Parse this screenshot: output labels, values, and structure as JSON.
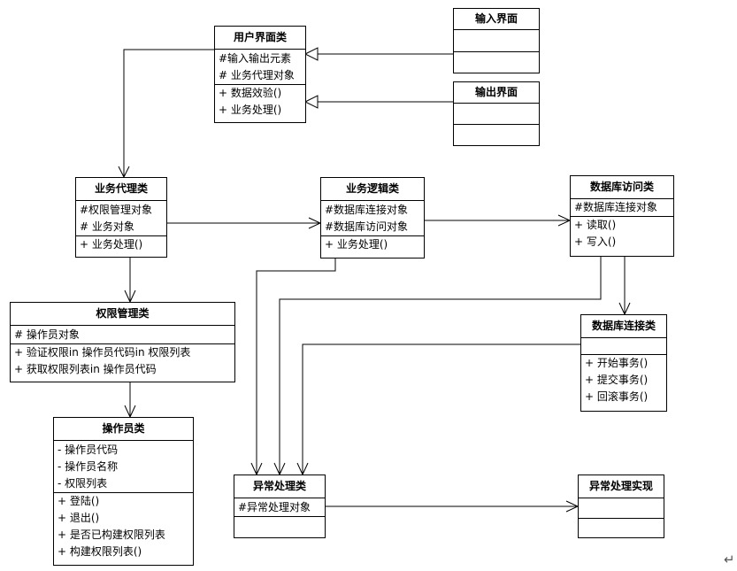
{
  "classes": {
    "ui": {
      "title": "用户界面类",
      "attrs": [
        "#输入输出元素",
        "# 业务代理对象"
      ],
      "ops": [
        "+ 数据效验()",
        "+ 业务处理()"
      ]
    },
    "input": {
      "title": "输入界面"
    },
    "output": {
      "title": "输出界面"
    },
    "proxy": {
      "title": "业务代理类",
      "attrs": [
        "#权限管理对象",
        "# 业务对象"
      ],
      "ops": [
        "+ 业务处理()"
      ]
    },
    "logic": {
      "title": "业务逻辑类",
      "attrs": [
        "#数据库连接对象",
        "#数据库访问对象"
      ],
      "ops": [
        "+ 业务处理()"
      ]
    },
    "dbaccess": {
      "title": "数据库访问类",
      "attrs": [
        "#数据库连接对象"
      ],
      "ops": [
        "+ 读取()",
        "+ 写入()"
      ]
    },
    "auth": {
      "title": "权限管理类",
      "attrs": [
        "# 操作员对象"
      ],
      "ops": [
        "+ 验证权限in 操作员代码in 权限列表",
        "+ 获取权限列表in 操作员代码"
      ]
    },
    "dbconn": {
      "title": "数据库连接类",
      "ops": [
        "+ 开始事务()",
        "+ 提交事务()",
        "+ 回滚事务()"
      ]
    },
    "operator": {
      "title": "操作员类",
      "attrs": [
        "- 操作员代码",
        "- 操作员名称",
        "- 权限列表"
      ],
      "ops": [
        "+ 登陆()",
        "+ 退出()",
        "+ 是否已构建权限列表",
        "+ 构建权限列表()"
      ]
    },
    "exception": {
      "title": "异常处理类",
      "attrs": [
        "#异常处理对象"
      ]
    },
    "exceptionImpl": {
      "title": "异常处理实现"
    }
  },
  "pilcrow": "↵"
}
